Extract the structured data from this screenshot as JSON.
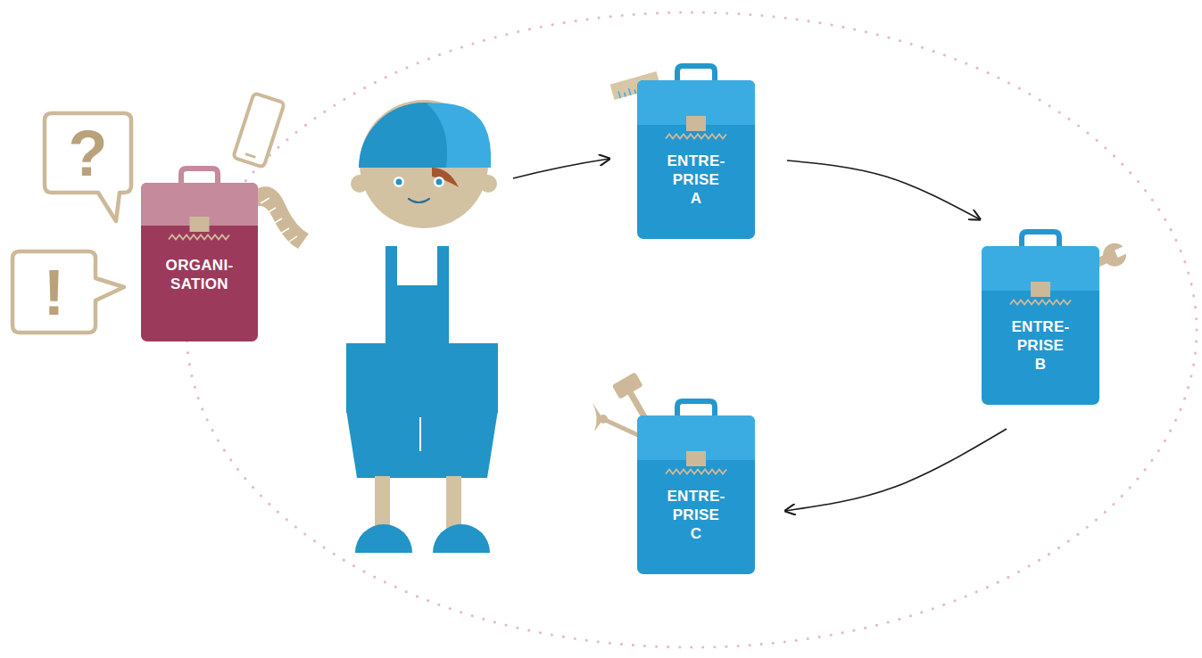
{
  "diagram": {
    "nodes": [
      {
        "text": [
          "?"
        ]
      },
      {
        "text": [
          "!"
        ]
      },
      {
        "text": [
          "ORGANI- SATION"
        ]
      },
      {
        "text": [
          "ENTRE- PRISE A"
        ]
      },
      {
        "text": [
          "ENTRE- PRISE B"
        ]
      },
      {
        "text": [
          "ENTRE- PRISE C"
        ]
      }
    ],
    "edges": [
      {
        "from": 3,
        "to": 4,
        "arrow": "to"
      },
      {
        "from": 4,
        "to": 5,
        "arrow": "to"
      }
    ]
  }
}
